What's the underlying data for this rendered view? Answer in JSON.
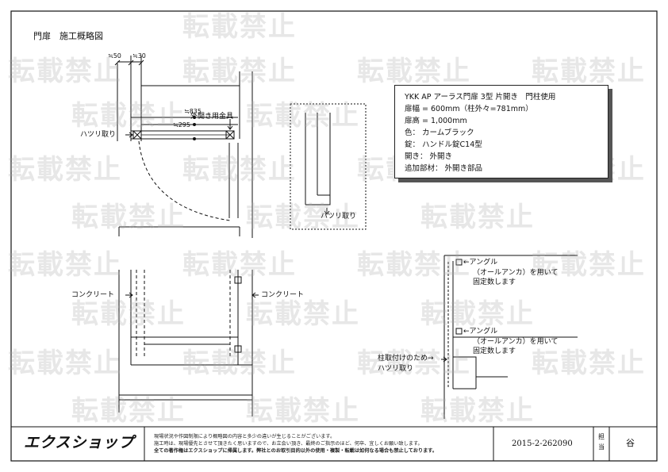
{
  "drawing_title": "門扉　施工概略図",
  "dims": {
    "d50": "≒50",
    "d30": "≒30",
    "d835": "≒835",
    "d295": "≒295"
  },
  "labels": {
    "outward_fitting": "外開き用金具",
    "hatsuri_top": "ハツリ取り",
    "hatsuri_detail": "ハツリ取り",
    "concrete_left": "コンクリート",
    "concrete_right": "コンクリート",
    "angle_1": "←アングル",
    "angle_1_note_a": "（オールアンカ）を用いて",
    "angle_1_note_b": "固定数します",
    "angle_2": "←アングル",
    "angle_2_note_a": "（オールアンカ）を用いて",
    "angle_2_note_b": "固定数します",
    "post_note_a": "柱取付けのため→",
    "post_note_b": "ハツリ取り"
  },
  "spec": {
    "line1": "YKK AP アーラス門扉 3型 片開き　門柱使用",
    "line2": "扉幅 = 600mm（柱外々=781mm）",
    "line3": "扉高 = 1,000mm",
    "line4": "色：  カームブラック",
    "line5": "錠：  ハンドル錠C14型",
    "line6": "開き：  外開き",
    "line7": "追加部材：  外開き部品"
  },
  "watermark": "転載禁止",
  "footer": {
    "logo": "エクスショップ",
    "note1": "現場状況や作図制限により概略図の内容と多少の違いが生じることがございます。",
    "note2": "施工時は、現場優先とさせて頂きたく思いますので、お立会い頂き、最終のご指示のほど、何卒、宜しくお願い致します。",
    "note3": "全ての著作権はエクスショップに帰属します。弊社とのお取引目的以外の使用・複製・転載は如何なる場合も禁止しております。",
    "code": "2015-2-262090",
    "tanto_a": "担",
    "tanto_b": "当",
    "person": "谷"
  }
}
